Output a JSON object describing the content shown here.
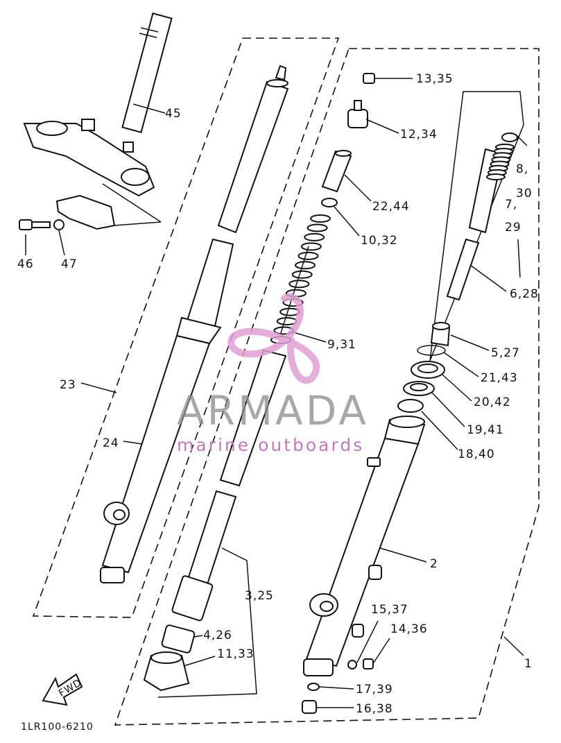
{
  "diagram_code": "1LR100-6210",
  "fwd_label": "FWD",
  "watermark": {
    "brand": "ARMADA",
    "tagline": "marine outboards",
    "brand_color": "#888888",
    "logo_color": "#e0a0d4"
  },
  "callouts": {
    "c1": "1",
    "c2": "2",
    "c3_25": "3,25",
    "c4_26": "4,26",
    "c5_27": "5,27",
    "c6_28": "6,28",
    "c7": "7,",
    "c8": "8,",
    "c29": "29",
    "c30": "30",
    "c9_31": "9,31",
    "c10_32": "10,32",
    "c11_33": "11,33",
    "c12_34": "12,34",
    "c13_35": "13,35",
    "c14_36": "14,36",
    "c15_37": "15,37",
    "c16_38": "16,38",
    "c17_39": "17,39",
    "c18_40": "18,40",
    "c19_41": "19,41",
    "c20_42": "20,42",
    "c21_43": "21,43",
    "c22_44": "22,44",
    "c23": "23",
    "c24": "24",
    "c45": "45",
    "c46": "46",
    "c47": "47"
  }
}
